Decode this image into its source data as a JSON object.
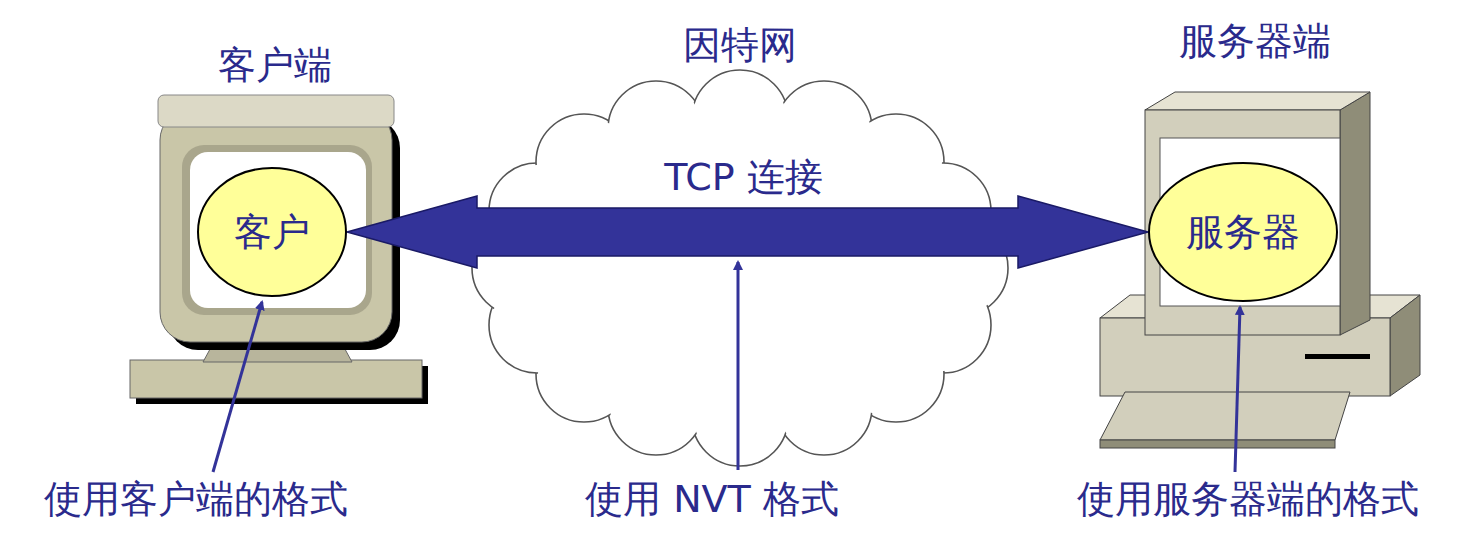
{
  "diagram": {
    "nodes": [
      {
        "text": [
          "客户"
        ]
      },
      {
        "text": [
          "服务器"
        ]
      }
    ],
    "edges": [
      {
        "from": 0,
        "to": 1,
        "arrow": "both",
        "label": "TCP 连接"
      }
    ],
    "labels": [
      "客户端",
      "因特网",
      "服务器端",
      "使用客户端的格式",
      "使用 NVT 格式",
      "使用服务器端的格式"
    ]
  }
}
